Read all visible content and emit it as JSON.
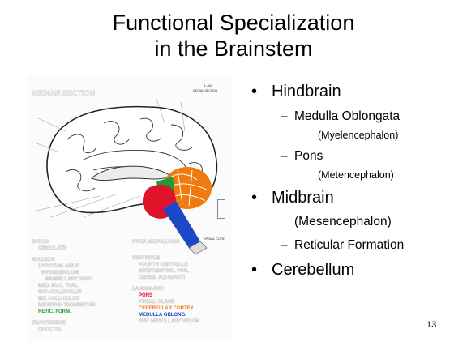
{
  "title_line1": "Functional Specialization",
  "title_line2": "in the Brainstem",
  "bullets": {
    "hindbrain": "Hindbrain",
    "medulla": "Medulla Oblongata",
    "myelencephalon": "(Myelencephalon)",
    "pons": "Pons",
    "metencephalon": "(Metencephalon)",
    "midbrain": "Midbrain",
    "mesencephalon": "(Mesencephalon)",
    "reticular": "Reticular Formation",
    "cerebellum": "Cerebellum"
  },
  "figure": {
    "header": "MEDIAN SECTION",
    "code": "3—84",
    "subcode": "MEDIAN SECTION",
    "spinal_cord": "SPINAL CORD",
    "legend_left": [
      "GYRUS",
      "CINGULATE",
      "NUCLEUS",
      "HYPOTHALAMUS",
      "INFUNDIBULUM",
      "MAMMILLARY BODY",
      "MED. NUC. THAL.",
      "SUP. COLLICULUS",
      "INF. COLLICULUS",
      "MIDBRAIN TEGMENTUM",
      "RETIC. FORM.",
      "TRACT/NERVE",
      "OPTIC TR."
    ],
    "legend_right": [
      "STRIA MEDULLARIS",
      "VENTRICLE",
      "FOURTH VENTRICLE",
      "INTERVENTRIC. FOR.",
      "CEREB. AQUEDUCT",
      "LANDMARKS",
      "PONS",
      "PINEAL GLAND",
      "CEREBELLAR CORTEX",
      "MEDULLA OBLONG.",
      "SUP. MEDULLARY VELUM"
    ],
    "colors": {
      "reticular": "#1f9a3a",
      "pons": "#e0132b",
      "cerebellar": "#f07a10",
      "medulla": "#1a48c9",
      "label_outline": "#c9c9c9"
    }
  },
  "page_number": "13"
}
